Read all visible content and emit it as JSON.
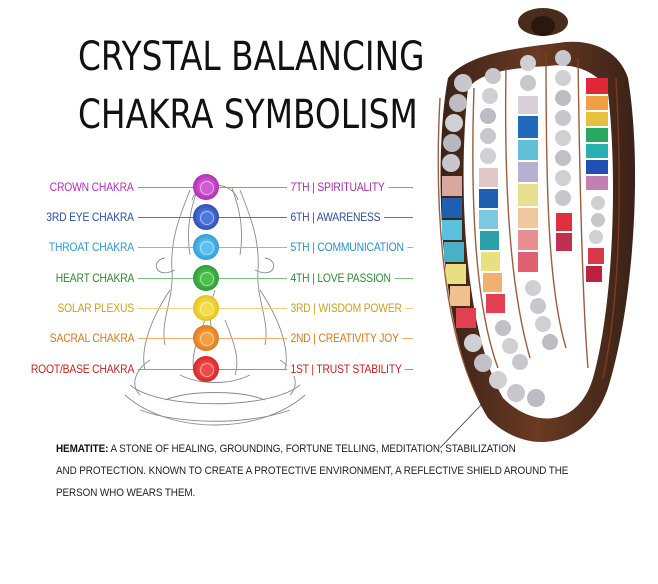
{
  "title": {
    "line1": "CRYSTAL BALANCING",
    "line2": "CHAKRA SYMBOLISM"
  },
  "chakras": [
    {
      "name": "CROWN CHAKRA",
      "meaning": "7TH | SPIRITUALITY",
      "color": "#b02fb4",
      "line_color": "#d36ad6"
    },
    {
      "name": "3RD EYE CHAKRA",
      "meaning": "6TH | AWARENESS",
      "color": "#2f4fa6",
      "line_color": "#5b6fb5"
    },
    {
      "name": "THROAT CHAKRA",
      "meaning": "5TH | COMMUNICATION",
      "color": "#2ea0d6",
      "line_color": "#76bfe3"
    },
    {
      "name": "HEART CHAKRA",
      "meaning": "4TH | LOVE PASSION",
      "color": "#2e9a3a",
      "line_color": "#79c27f"
    },
    {
      "name": "SOLAR PLEXUS",
      "meaning": "3RD | WISDOM POWER",
      "color": "#d9b21f",
      "line_color": "#eed27a"
    },
    {
      "name": "SACRAL CHAKRA",
      "meaning": "2ND | CREATIVITY JOY",
      "color": "#e07a1e",
      "line_color": "#eeb070"
    },
    {
      "name": "ROOT/BASE CHAKRA",
      "meaning": "1ST | TRUST STABILITY",
      "color": "#d42828",
      "line_color": "#d97a7a"
    }
  ],
  "hematite": {
    "label": "HEMATITE:",
    "line1": " A STONE OF HEALING, GROUNDING, FORTUNE TELLING, MEDITATION, STABILIZATION",
    "line2": "AND PROTECTION. KNOWN TO CREATE A PROTECTIVE ENVIRONMENT, A REFLECTIVE SHIELD AROUND THE",
    "line3": "PERSON WHO WEARS THEM."
  },
  "icons": {
    "figure": "meditating-figure-icon",
    "bracelet": "chakra-wrap-bracelet-image"
  }
}
